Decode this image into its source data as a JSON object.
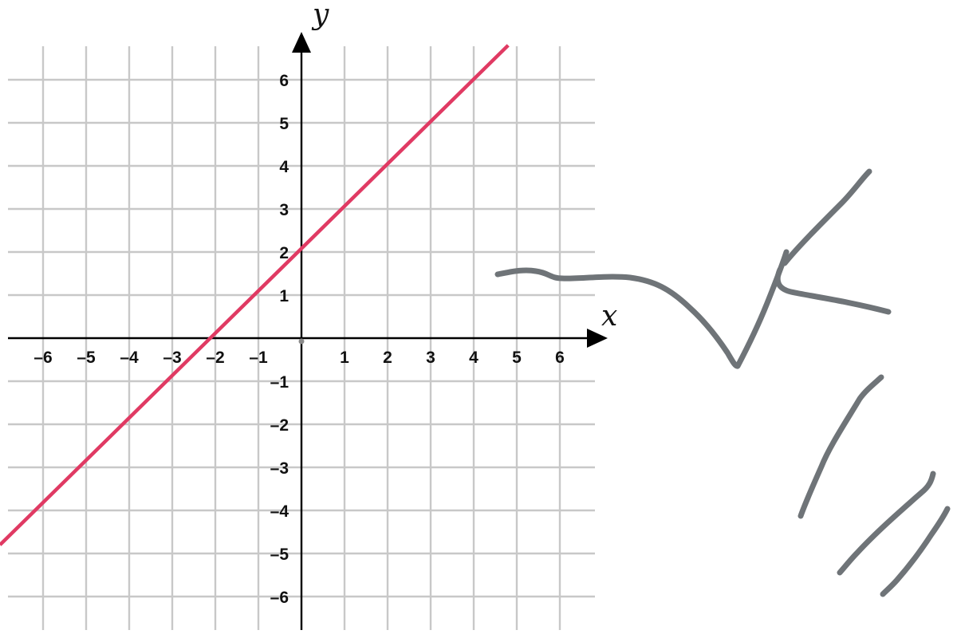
{
  "chart_data": {
    "type": "line",
    "xlabel": "x",
    "ylabel": "y",
    "xlim": [
      -6.7,
      6.7
    ],
    "ylim": [
      -6.7,
      6.7
    ],
    "x_ticks": [
      -6,
      -5,
      -4,
      -3,
      -2,
      -1,
      1,
      2,
      3,
      4,
      5,
      6
    ],
    "y_ticks": [
      6,
      5,
      4,
      3,
      2,
      1,
      -1,
      -2,
      -3,
      -4,
      -5,
      -6
    ],
    "x_tick_labels": [
      "–6",
      "–5",
      "–4",
      "–3",
      "–2",
      "–1",
      "1",
      "2",
      "3",
      "4",
      "5",
      "6"
    ],
    "y_tick_labels": [
      "6",
      "5",
      "4",
      "3",
      "2",
      "1",
      "–1",
      "–2",
      "–3",
      "–4",
      "–5",
      "–6"
    ],
    "grid": true,
    "series": [
      {
        "color": "#e03a63",
        "x": [
          -7,
          4.8
        ],
        "y": [
          -4.8,
          6.8
        ]
      }
    ]
  },
  "colors": {
    "line": "#e03a63",
    "grid": "#c8c8c8",
    "axis": "#000000",
    "ink": "#6f7478"
  }
}
